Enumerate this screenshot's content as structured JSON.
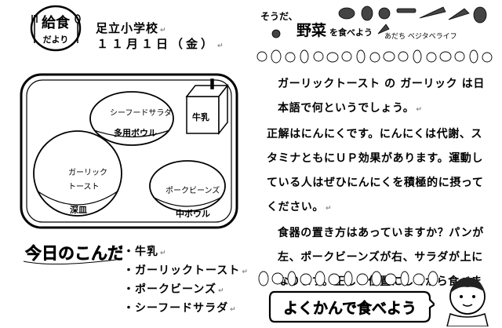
{
  "header": {
    "logo_line1": "給食",
    "logo_line2": "だより",
    "school": "足立小学校",
    "date": "１１月１日（金）"
  },
  "tray": {
    "seafood_salad": "シーフードサラダ",
    "tabun_bowl": "多用ボウル",
    "milk": "牛乳",
    "garlic_toast_line1": "ガーリック",
    "garlic_toast_line2": "トースト",
    "fukazara": "深皿",
    "pork_beans": "ポークビーンズ",
    "naka_bowl": "中ボウル"
  },
  "kondate": {
    "title": "今日のこんだて",
    "items": [
      "・牛乳",
      "・ガーリックトースト",
      "・ポークビーンズ",
      "・シーフードサラダ"
    ]
  },
  "yasai": {
    "line1": "そうだ、",
    "main": "野菜",
    "line2": "を食べよう",
    "sub": "あだち ベジタベライフ"
  },
  "article": {
    "p1": "ガーリックトースト の ガーリック は日本語で何というでしょう。",
    "p2": "正解はにんにくです。にんにくは代謝、スタミナともにＵＰ効果があります。運動している人はぜひにんにくを積極的に摂ってください。",
    "p3": "食器の置き方はあっていますか？パンが左、ポークビーンズが右、サラダが上になります。正しい位置にしてから食べましょう。"
  },
  "slogan": "よくかんで食べよう"
}
